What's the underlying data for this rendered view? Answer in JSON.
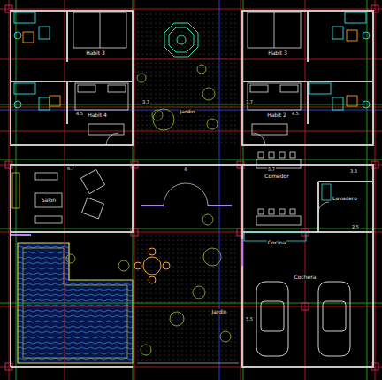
{
  "diagram": {
    "labels": [
      "Habit 3",
      "Habit 3",
      "Habit 4",
      "Habit 2",
      "Jardin",
      "Salon",
      "Comedor",
      "Lavadero",
      "Cocina",
      "Cochera",
      "Jardin",
      "6.7",
      "6",
      "5.7",
      "3.8",
      "4.5",
      "4.5",
      "3.7",
      "3.7",
      "2.5",
      "5.5"
    ]
  }
}
